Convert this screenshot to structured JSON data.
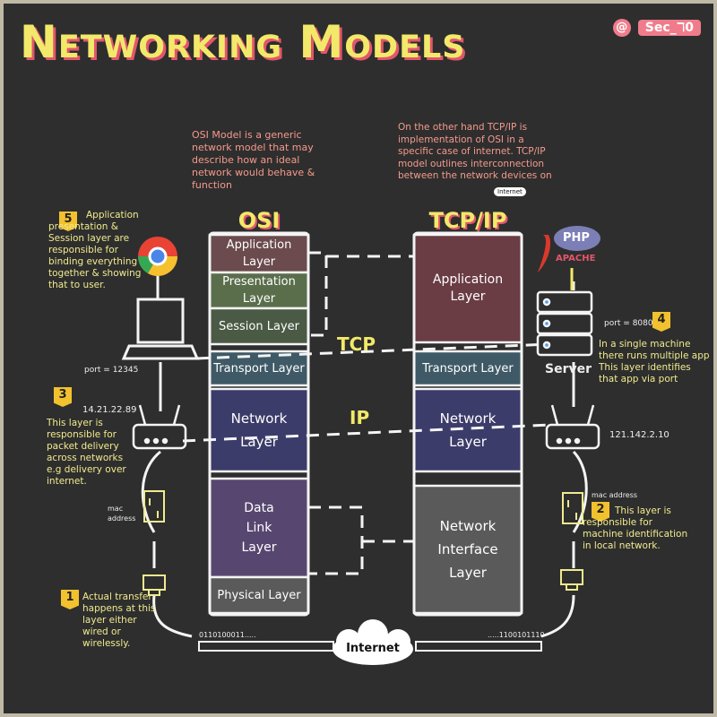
{
  "title": "Networking Models",
  "handle": {
    "symbol": "@",
    "name": "Sec_ℸ0"
  },
  "notes": {
    "osi_desc": "OSI Model is a generic network model that may describe how an ideal network would behave & function",
    "tcpip_desc": "On the other hand TCP/IP is implementation of OSI in a specific case of internet. TCP/IP model outlines interconnection between the network devices on",
    "tcpip_badge": "Internet"
  },
  "osi": {
    "heading": "OSI",
    "layers": [
      "Application Layer",
      "Presentation Layer",
      "Session Layer",
      "Transport Layer",
      "Network Layer",
      "Data Link Layer",
      "Physical Layer"
    ]
  },
  "tcpip": {
    "heading": "TCP/IP",
    "layers": [
      "Application Layer",
      "Transport Layer",
      "Network Layer",
      "Network Interface Layer"
    ]
  },
  "protocols": {
    "tcp": "TCP",
    "ip": "IP"
  },
  "callouts": {
    "c5": {
      "num": "5",
      "text": "Application presentation & Session layer are responsible for binding everything together & showing that to user."
    },
    "c4": {
      "num": "4",
      "text": "In a single machine there runs multiple app This layer identifies that app via port"
    },
    "c3": {
      "num": "3",
      "text": "This layer is responsible for packet delivery across networks e.g delivery over internet."
    },
    "c2": {
      "num": "2",
      "text": "This layer is responsible for machine identification in local network."
    },
    "c1": {
      "num": "1",
      "text": "Actual transfer happens at this layer either wired or wirelessly."
    }
  },
  "labels": {
    "port_client": "port = 12345",
    "port_server": "port = 8080",
    "ip_client": "14.21.22.89",
    "ip_server": "121.142.2.10",
    "mac_left": "mac address",
    "mac_right": "mac address",
    "server": "Server",
    "php": "PHP",
    "apache": "APACHE",
    "internet": "Internet",
    "bits_left": "0110100011.....",
    "bits_right": ".....1100101110"
  },
  "colors": {
    "accent_yellow": "#f2e96a",
    "accent_pink": "#e2566b",
    "application": "#6b4b4d",
    "presentation": "#5a6e4c",
    "session": "#4a5a44",
    "transport": "#3f5a66",
    "network": "#3c3c6a",
    "datalink": "#574770",
    "physical": "#5a5a5a",
    "tcp_app": "#6a3c44"
  }
}
